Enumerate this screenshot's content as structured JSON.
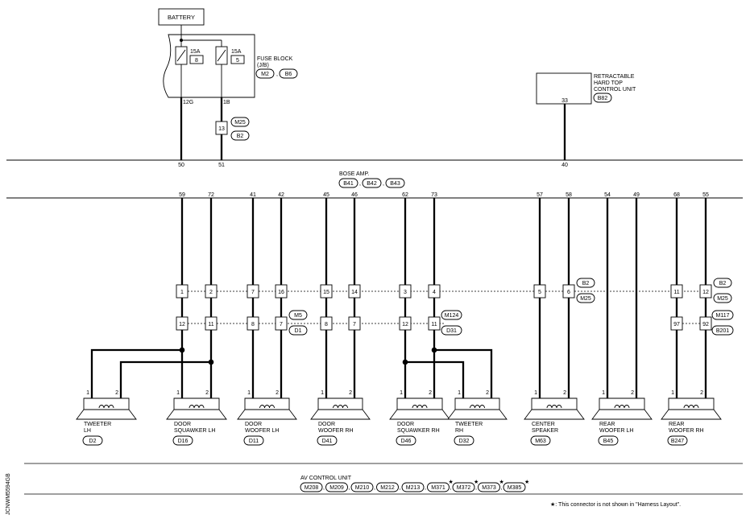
{
  "battery": "BATTERY",
  "fuse_block": {
    "title": "FUSE BLOCK",
    "subtitle": "(J/B)",
    "fuses": [
      {
        "amp": "15A",
        "num": "8"
      },
      {
        "amp": "15A",
        "num": "5"
      }
    ],
    "connectors": [
      "M2",
      "B6"
    ],
    "terminals": [
      "12G",
      "1B"
    ]
  },
  "joint_connector": {
    "terminal": "13",
    "connectors": [
      "M25",
      "B2"
    ]
  },
  "rht": {
    "title_lines": [
      "RETRACTABLE",
      "HARD TOP",
      "CONTROL UNIT"
    ],
    "connector": "B82",
    "terminal": "33"
  },
  "upper_bus_terminals": [
    "50",
    "51",
    "40"
  ],
  "bose": {
    "title": "BOSE AMP.",
    "connectors": [
      "B41",
      "B42",
      "B43"
    ],
    "terminals": [
      "59",
      "72",
      "41",
      "42",
      "45",
      "46",
      "62",
      "73",
      "57",
      "58",
      "54",
      "49",
      "68",
      "55"
    ]
  },
  "row1_terminals": [
    "1",
    "2",
    "7",
    "16",
    "15",
    "14",
    "3",
    "4",
    "5",
    "6",
    "11",
    "12"
  ],
  "row2_terminals": [
    "12",
    "11",
    "8",
    "7",
    "8",
    "7",
    "12",
    "11",
    "97",
    "92"
  ],
  "harness_connectors": [
    "B2",
    "M25",
    "M5",
    "D1",
    "M124",
    "D31",
    "B2",
    "M25",
    "M117",
    "B201"
  ],
  "speaker_pins": [
    "1",
    "2"
  ],
  "speakers": [
    {
      "lines": [
        "TWEETER",
        "LH"
      ],
      "connector": "D2"
    },
    {
      "lines": [
        "DOOR",
        "SQUAWKER LH"
      ],
      "connector": "D16"
    },
    {
      "lines": [
        "DOOR",
        "WOOFER LH"
      ],
      "connector": "D11"
    },
    {
      "lines": [
        "DOOR",
        "WOOFER RH"
      ],
      "connector": "D41"
    },
    {
      "lines": [
        "DOOR",
        "SQUAWKER RH"
      ],
      "connector": "D46"
    },
    {
      "lines": [
        "TWEETER",
        "RH"
      ],
      "connector": "D32"
    },
    {
      "lines": [
        "CENTER",
        "SPEAKER"
      ],
      "connector": "M63"
    },
    {
      "lines": [
        "REAR",
        "WOOFER LH"
      ],
      "connector": "B45"
    },
    {
      "lines": [
        "REAR",
        "WOOFER RH"
      ],
      "connector": "B247"
    }
  ],
  "av_unit": {
    "title": "AV CONTROL UNIT",
    "connectors": [
      "M208",
      "M209",
      "M210",
      "M212",
      "M213",
      "M371",
      "M372",
      "M373",
      "M385"
    ],
    "starred": [
      false,
      false,
      false,
      false,
      false,
      true,
      true,
      true,
      true
    ]
  },
  "footnote": "★: This connector is not shown in \"Harness Layout\".",
  "side_code": "JCNWM5594GB"
}
